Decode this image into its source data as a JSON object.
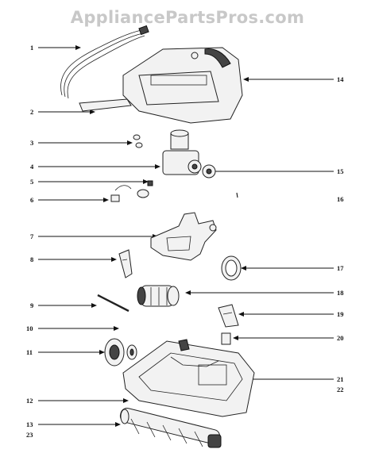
{
  "watermark": "AppliancePartsPros.com",
  "callouts": [
    {
      "id": "1",
      "text": "1"
    },
    {
      "id": "2",
      "text": "2"
    },
    {
      "id": "3",
      "text": "3"
    },
    {
      "id": "4",
      "text": "4"
    },
    {
      "id": "5",
      "text": "5"
    },
    {
      "id": "6",
      "text": "6"
    },
    {
      "id": "7",
      "text": "7"
    },
    {
      "id": "8",
      "text": "8"
    },
    {
      "id": "9",
      "text": "9"
    },
    {
      "id": "10",
      "text": "10"
    },
    {
      "id": "11",
      "text": "11"
    },
    {
      "id": "12",
      "text": "12"
    },
    {
      "id": "13",
      "text": "13"
    },
    {
      "id": "23",
      "text": "23"
    },
    {
      "id": "14",
      "text": "14"
    },
    {
      "id": "15",
      "text": "15"
    },
    {
      "id": "16",
      "text": "16"
    },
    {
      "id": "17",
      "text": "17"
    },
    {
      "id": "18",
      "text": "18"
    },
    {
      "id": "19",
      "text": "19"
    },
    {
      "id": "20",
      "text": "20"
    },
    {
      "id": "21",
      "text": "21"
    },
    {
      "id": "22",
      "text": "22"
    }
  ]
}
